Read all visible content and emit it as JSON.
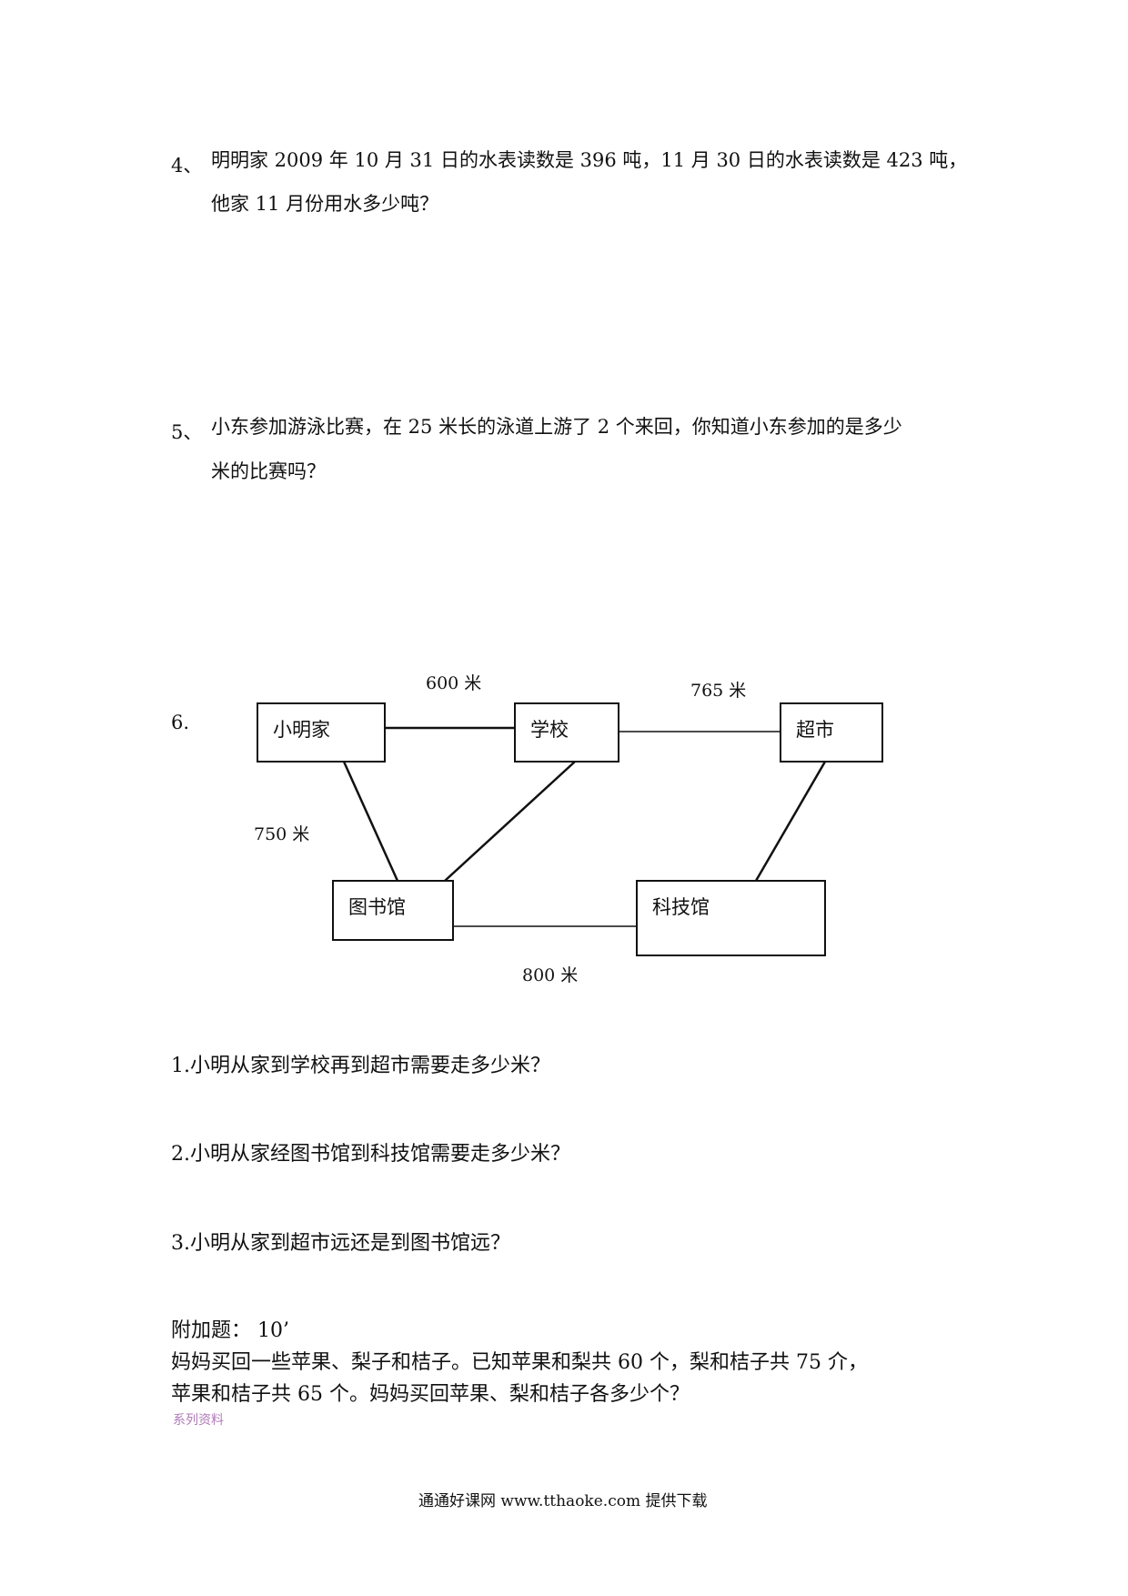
{
  "questions": [
    {
      "number": "4、",
      "line1": "明明家 2009 年 10 月 31 日的水表读数是 396 吨，11 月 30 日的水表读数是 423 吨，",
      "line2": "他家 11 月份用水多少吨？"
    },
    {
      "number": "5、",
      "line1": "小东参加游泳比赛，在 25 米长的泳道上游了 2 个来回，你知道小东参加的是多少",
      "line2": "米的比赛吗？"
    }
  ],
  "q6": {
    "number": "6.",
    "places": {
      "home": "小明家",
      "school": "学校",
      "market": "超市",
      "library": "图书馆",
      "science": "科技馆"
    },
    "distances": {
      "home_school": "600 米",
      "school_market": "765 米",
      "home_library": "750 米",
      "library_science": "800 米"
    },
    "sub_questions": [
      "1.小明从家到学校再到超市需要走多少米？",
      "2.小明从家经图书馆到科技馆需要走多少米？",
      "3.小明从家到超市远还是到图书馆远？"
    ]
  },
  "bonus": {
    "title": "附加题：  10’",
    "line1": "妈妈买回一些苹果、梨子和桔子。已知苹果和梨共 60 个，梨和桔子共 75 介，",
    "line2": "苹果和桔子共 65 个。妈妈买回苹果、梨和桔子各多少个？"
  },
  "note": "系列资料",
  "footer": "通通好课网  www.tthaoke.com  提供下载"
}
